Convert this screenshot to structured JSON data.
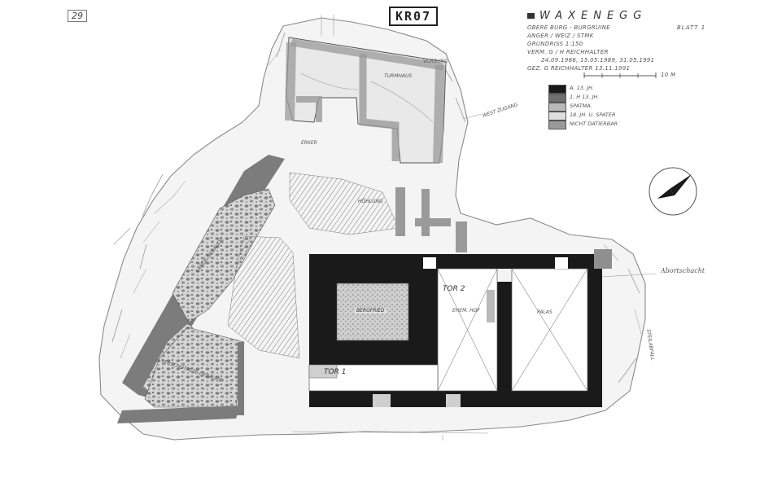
{
  "sheet_number": "29",
  "stamp": "KR07",
  "header": {
    "title": "WAXENEGG",
    "lines": [
      "OBERE BURG - BURGRUINE",
      "ANGER / WEIZ / STMK",
      "GRUNDRISS 1:150",
      "VERM. G / H REICHHALTER",
      "24.09.1986, 15.05.1989, 31.05.1991",
      "GEZ. G REICHHALTER 13.11.1991"
    ],
    "sheet": "BLATT 1",
    "scale_end": "10 M"
  },
  "legend": [
    {
      "label": "A. 13. JH.",
      "fill": "#1a1a1a"
    },
    {
      "label": "1. H 13. JH.",
      "fill": "#6e6e6e"
    },
    {
      "label": "SPATMA.",
      "fill": "#b9b9b9"
    },
    {
      "label": "18. JH. U. SPATER",
      "fill": "#dedede"
    },
    {
      "label": "NICHT DATIERBAR",
      "fill": "#9a9a9a"
    }
  ],
  "rooms": {
    "turmhaus": "TURMHAUS",
    "vorburg": "VORBURG",
    "zugang": "WEST ZUGANG",
    "erker": "ERKER",
    "hoehlung": "HÖHLUNG",
    "langgebaeude": "LANGE GEBÄUDE",
    "bergfried": "BERGFRIED",
    "tor2": "TOR 2",
    "ehem_hof": "EHEM. HOF",
    "palas": "PALAS",
    "tor1": "TOR 1",
    "gebaeude": "VERSCHÜTTETE GEBÄUDE",
    "abortschacht": "Abortschacht",
    "steilabfall": "STEILABFALL"
  },
  "colors": {
    "paper": "#ffffff",
    "rock": "#f4f4f4",
    "rock_line": "#8a8a8a",
    "early": "#1a1a1a",
    "h13": "#6e6e6e",
    "late": "#b9b9b9",
    "modern": "#dedede",
    "rubble": "#8f8f8f"
  }
}
